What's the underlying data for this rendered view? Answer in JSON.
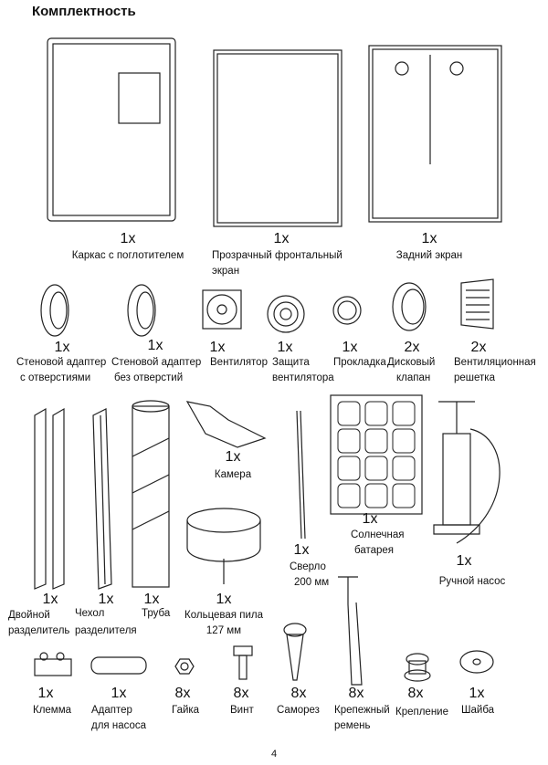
{
  "title": "Комплектность",
  "page_number": "4",
  "items": [
    {
      "qty": "1x",
      "label": "Каркас с поглотителем"
    },
    {
      "qty": "1x",
      "label1": "Прозрачный фронтальный",
      "label2": "экран"
    },
    {
      "qty": "1x",
      "label": "Задний экран"
    },
    {
      "qty": "1x",
      "label1": "Стеновой адаптер",
      "label2": "с отверстиями"
    },
    {
      "qty": "1x",
      "label1": "Стеновой адаптер",
      "label2": "без отверстий"
    },
    {
      "qty": "1x",
      "label": "Вентилятор"
    },
    {
      "qty": "1x",
      "label1": "Защита",
      "label2": "вентилятора"
    },
    {
      "qty": "1x",
      "label": "Прокладка"
    },
    {
      "qty": "2x",
      "label1": "Дисковый",
      "label2": "клапан"
    },
    {
      "qty": "2x",
      "label1": "Вентиляционная",
      "label2": "решетка"
    },
    {
      "qty": "1x",
      "label": "Камера"
    },
    {
      "qty": "1x",
      "label1": "Сверло",
      "label2": "200 мм"
    },
    {
      "qty": "1x",
      "label1": "Солнечная",
      "label2": "батарея"
    },
    {
      "qty": "1x",
      "label": "Ручной насос"
    },
    {
      "qty": "1x",
      "label1": "Двойной",
      "label2": "разделитель"
    },
    {
      "qty": "1x",
      "label1": "Чехол",
      "label2": "разделителя"
    },
    {
      "qty": "1x",
      "label": "Труба"
    },
    {
      "qty": "1x",
      "label1": "Кольцевая пила",
      "label2": "127 мм"
    },
    {
      "qty": "1x",
      "label": "Клемма"
    },
    {
      "qty": "1x",
      "label1": "Адаптер",
      "label2": "для насоса"
    },
    {
      "qty": "8x",
      "label": "Гайка"
    },
    {
      "qty": "8x",
      "label": "Винт"
    },
    {
      "qty": "8x",
      "label": "Саморез"
    },
    {
      "qty": "8x",
      "label1": "Крепежный",
      "label2": "ремень"
    },
    {
      "qty": "8x",
      "label": "Крепление"
    },
    {
      "qty": "1x",
      "label": "Шайба"
    }
  ]
}
